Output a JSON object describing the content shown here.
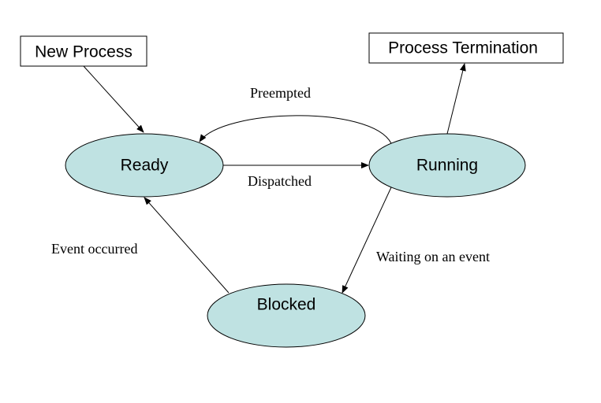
{
  "nodes": {
    "new_process": "New Process",
    "process_termination": "Process Termination",
    "ready": "Ready",
    "running": "Running",
    "blocked": "Blocked"
  },
  "edges": {
    "preempted": "Preempted",
    "dispatched": "Dispatched",
    "event_occurred": "Event occurred",
    "waiting_on_an_event": "Waiting on an event"
  },
  "colors": {
    "state_fill": "#bfe2e2",
    "stroke": "#000000",
    "background": "#ffffff"
  }
}
